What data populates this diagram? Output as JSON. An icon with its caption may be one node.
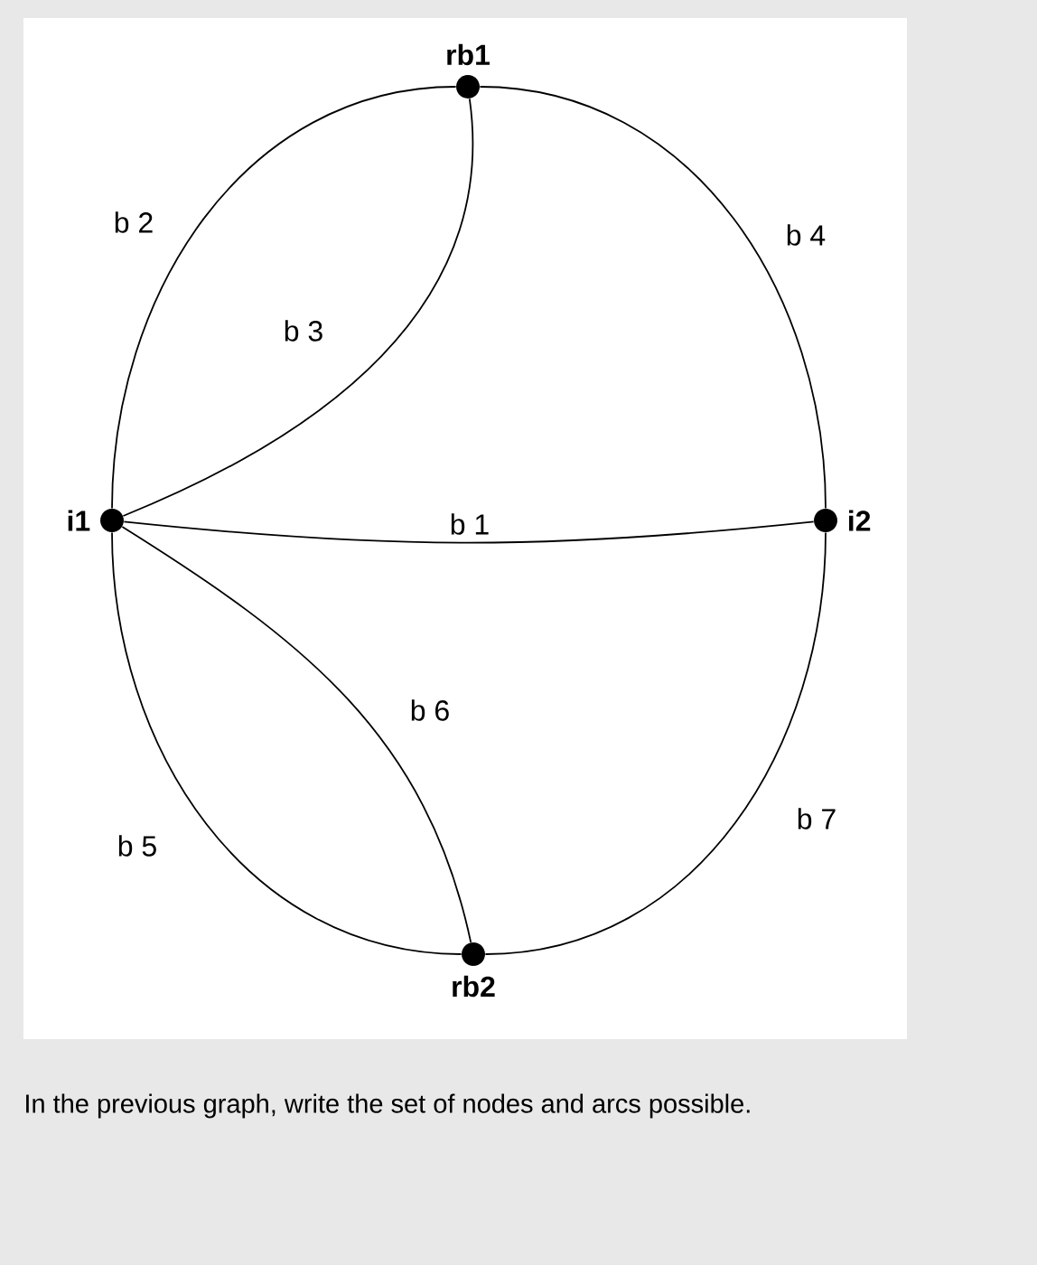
{
  "diagram": {
    "caption": "In the previous graph, write the set of nodes and arcs possible.",
    "nodes": [
      {
        "text": [
          "rb1"
        ]
      },
      {
        "text": [
          "i1"
        ]
      },
      {
        "text": [
          "i2"
        ]
      },
      {
        "text": [
          "rb2"
        ]
      }
    ],
    "edges": [
      {
        "from": 1,
        "to": 0,
        "arrow": "none",
        "label": "b 2"
      },
      {
        "from": 1,
        "to": 0,
        "arrow": "none",
        "label": "b 3"
      },
      {
        "from": 0,
        "to": 2,
        "arrow": "none",
        "label": "b 4"
      },
      {
        "from": 1,
        "to": 2,
        "arrow": "none",
        "label": "b 1"
      },
      {
        "from": 1,
        "to": 3,
        "arrow": "none",
        "label": "b 6"
      },
      {
        "from": 1,
        "to": 3,
        "arrow": "none",
        "label": "b 5"
      },
      {
        "from": 2,
        "to": 3,
        "arrow": "none",
        "label": "b 7"
      }
    ]
  }
}
